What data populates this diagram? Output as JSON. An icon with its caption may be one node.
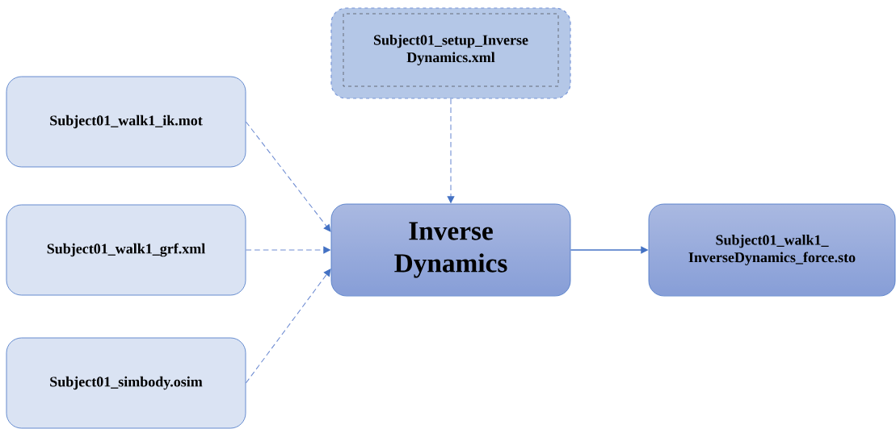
{
  "diagram": {
    "nodes": [
      {
        "text": [
          "Subject01_setup_Inverse Dynamics.xml"
        ]
      },
      {
        "text": [
          "Subject01_walk1_ik.mot"
        ]
      },
      {
        "text": [
          "Subject01_walk1_grf.xml"
        ]
      },
      {
        "text": [
          "Subject01_simbody.osim"
        ]
      },
      {
        "text": [
          "Inverse Dynamics"
        ]
      },
      {
        "text": [
          "Subject01_walk1_ InverseDynamics_force.sto"
        ]
      }
    ],
    "edges": [
      {
        "from": 0,
        "to": 4,
        "arrow": "to",
        "style": "dashed"
      },
      {
        "from": 1,
        "to": 4,
        "arrow": "to",
        "style": "dashed"
      },
      {
        "from": 2,
        "to": 4,
        "arrow": "to",
        "style": "dashed"
      },
      {
        "from": 3,
        "to": 4,
        "arrow": "to",
        "style": "dashed"
      },
      {
        "from": 4,
        "to": 5,
        "arrow": "to"
      }
    ]
  }
}
